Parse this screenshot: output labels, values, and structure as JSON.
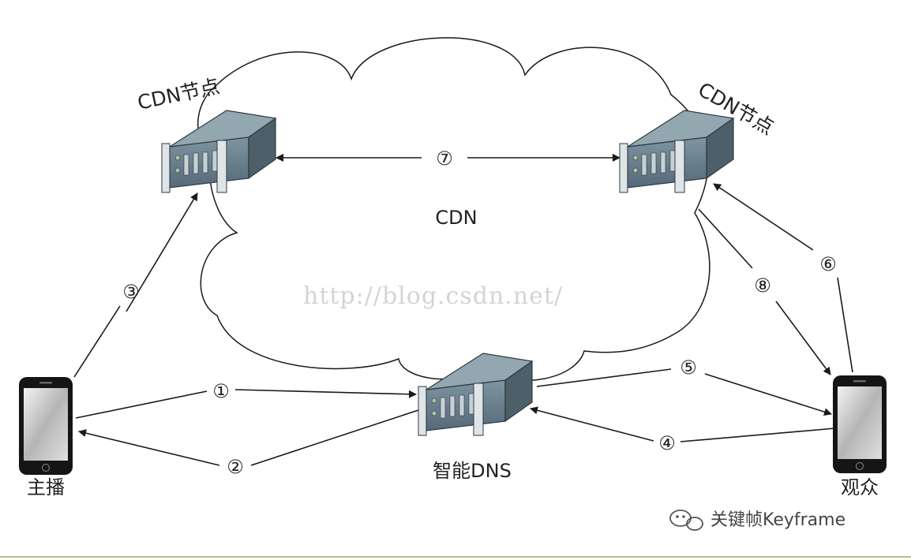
{
  "nodes": {
    "cdn_node_left": "CDN节点",
    "cdn_node_right": "CDN节点",
    "cloud_label": "CDN",
    "dns_label": "智能DNS",
    "broadcaster_label": "主播",
    "viewer_label": "观众"
  },
  "steps": {
    "s1": "①",
    "s2": "②",
    "s3": "③",
    "s4": "④",
    "s5": "⑤",
    "s6": "⑥",
    "s7": "⑦",
    "s8": "⑧"
  },
  "watermark": "http://blog.csdn.net/",
  "brand": "关键帧Keyframe",
  "colors": {
    "line": "#1a1a1a",
    "server_front": "#667c88",
    "server_top": "#8fa3ad",
    "server_side": "#4d5f69",
    "watermark": "#d4d4d4"
  }
}
